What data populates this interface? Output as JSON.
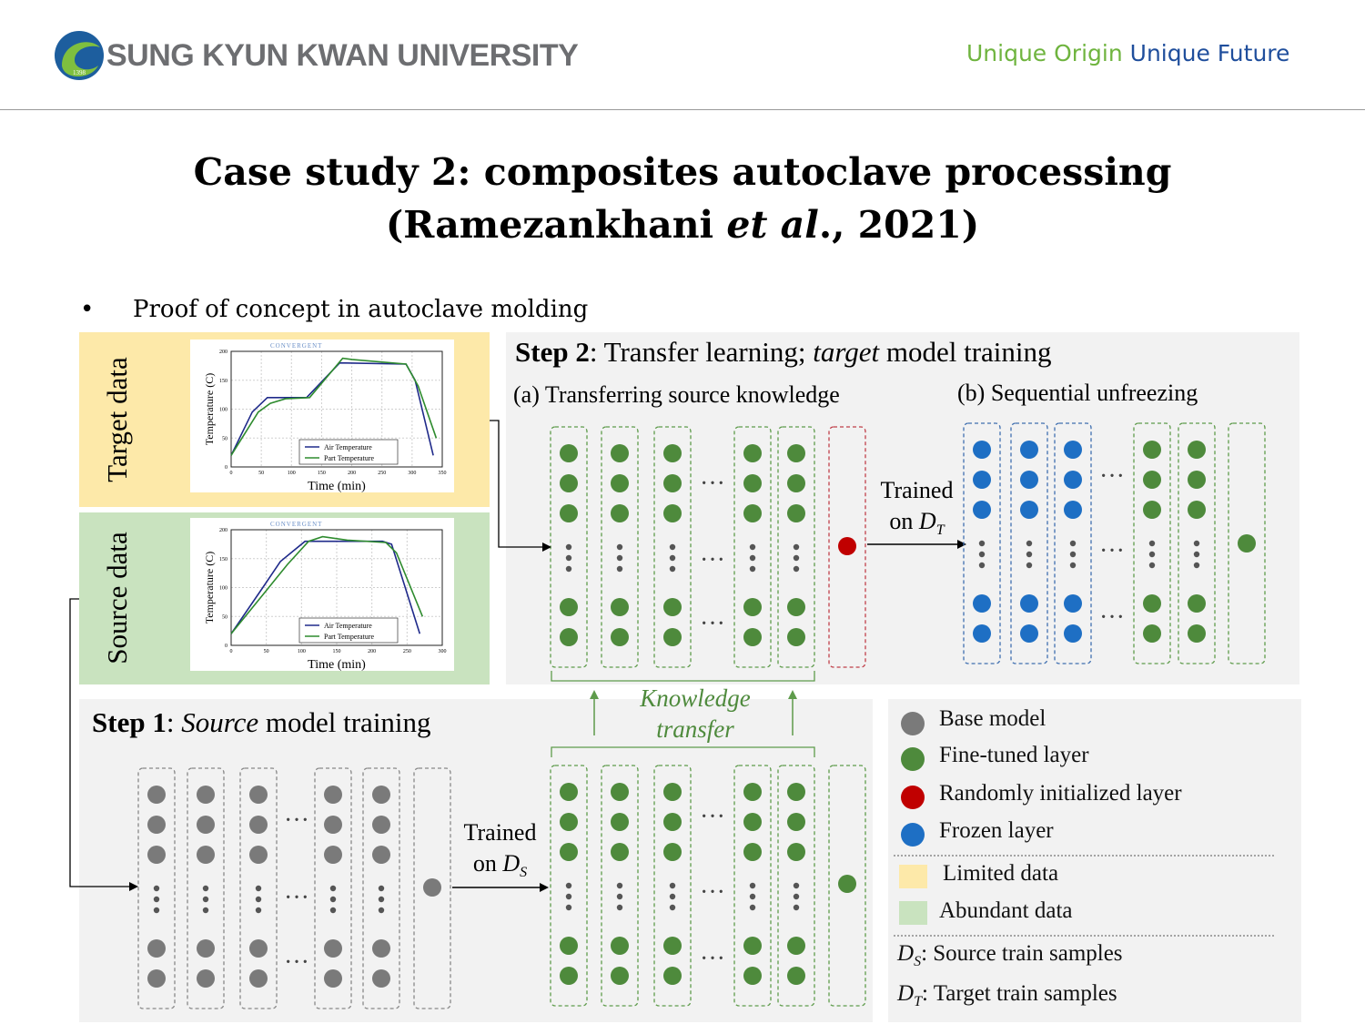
{
  "header": {
    "university_name": "SUNG KYUN KWAN UNIVERSITY",
    "logo_year": "1398",
    "slogan_part1": "Unique Origin",
    "slogan_part2": "Unique Future"
  },
  "title": {
    "line1": "Case study 2: composites autoclave processing",
    "line2_prefix": "(Ramezankhani ",
    "line2_italic": "et al",
    "line2_suffix": "., 2021)"
  },
  "bullet": {
    "symbol": "•",
    "text": "Proof of concept in autoclave molding"
  },
  "data_panels": {
    "target": {
      "label": "Target data",
      "color": "#fde9a9"
    },
    "source": {
      "label": "Source data",
      "color": "#c9e3bf"
    }
  },
  "charts": {
    "brand": "CONVERGENT",
    "ylabel": "Temperature (C)",
    "xlabel": "Time (min)",
    "legend": [
      "Air Temperature",
      "Part Temperature"
    ],
    "colors": {
      "air": "#1f2a8a",
      "part": "#2e8b2e"
    }
  },
  "chart_data": [
    {
      "type": "line",
      "panel": "Target data",
      "xlabel": "Time (min)",
      "ylabel": "Temperature (C)",
      "xlim": [
        0,
        350
      ],
      "ylim": [
        0,
        200
      ],
      "xticks": [
        0,
        50,
        100,
        150,
        200,
        250,
        300,
        350
      ],
      "yticks": [
        0,
        50,
        100,
        150,
        200
      ],
      "series": [
        {
          "name": "Air Temperature",
          "x": [
            0,
            35,
            60,
            95,
            125,
            180,
            290,
            305,
            335
          ],
          "y": [
            20,
            95,
            120,
            120,
            120,
            180,
            178,
            150,
            20
          ]
        },
        {
          "name": "Part Temperature",
          "x": [
            0,
            45,
            65,
            90,
            130,
            185,
            200,
            290,
            310,
            340
          ],
          "y": [
            20,
            95,
            110,
            118,
            120,
            188,
            186,
            178,
            140,
            50
          ]
        }
      ]
    },
    {
      "type": "line",
      "panel": "Source data",
      "xlabel": "Time (min)",
      "ylabel": "Temperature (C)",
      "xlim": [
        0,
        300
      ],
      "ylim": [
        0,
        200
      ],
      "xticks": [
        0,
        50,
        100,
        150,
        200,
        250,
        300
      ],
      "yticks": [
        0,
        50,
        100,
        150,
        200
      ],
      "series": [
        {
          "name": "Air Temperature",
          "x": [
            0,
            45,
            70,
            105,
            135,
            215,
            228,
            268
          ],
          "y": [
            20,
            100,
            145,
            180,
            180,
            180,
            175,
            20
          ]
        },
        {
          "name": "Part Temperature",
          "x": [
            0,
            50,
            80,
            110,
            130,
            165,
            220,
            235,
            272
          ],
          "y": [
            20,
            95,
            140,
            180,
            188,
            182,
            178,
            160,
            50
          ]
        }
      ]
    }
  ],
  "step2": {
    "title_bold": "Step 2",
    "title_rest": ": Transfer learning; ",
    "title_italic": "target",
    "title_end": " model training",
    "sub_a": "(a) Transferring source knowledge",
    "sub_b": "(b) Sequential unfreezing",
    "trained_line1": "Trained",
    "trained_line2": "on "
  },
  "step1": {
    "title_bold": "Step 1",
    "title_rest": ": ",
    "title_italic": "Source",
    "title_end": " model training",
    "trained_line1": "Trained",
    "trained_line2": "on "
  },
  "knowledge_transfer": {
    "line1": "Knowledge",
    "line2": "transfer"
  },
  "symbols": {
    "ds": "D",
    "ds_sub": "S",
    "dt": "D",
    "dt_sub": "T",
    "ellipsis": "···"
  },
  "legend": {
    "base_model": "Base model",
    "fine_tuned": "Fine-tuned layer",
    "random_init": "Randomly initialized layer",
    "frozen": "Frozen layer",
    "limited": "Limited data",
    "abundant": "Abundant data",
    "ds_text": ": Source train samples",
    "dt_text": ": Target train samples"
  },
  "colors": {
    "gray_node": "#7a7a7a",
    "green_node": "#4e8a3c",
    "red_node": "#c00000",
    "blue_node": "#1e6fc4",
    "slogan_green": "#6fb43f",
    "slogan_blue": "#1f4e9c",
    "logo_text": "#6d6e71"
  }
}
